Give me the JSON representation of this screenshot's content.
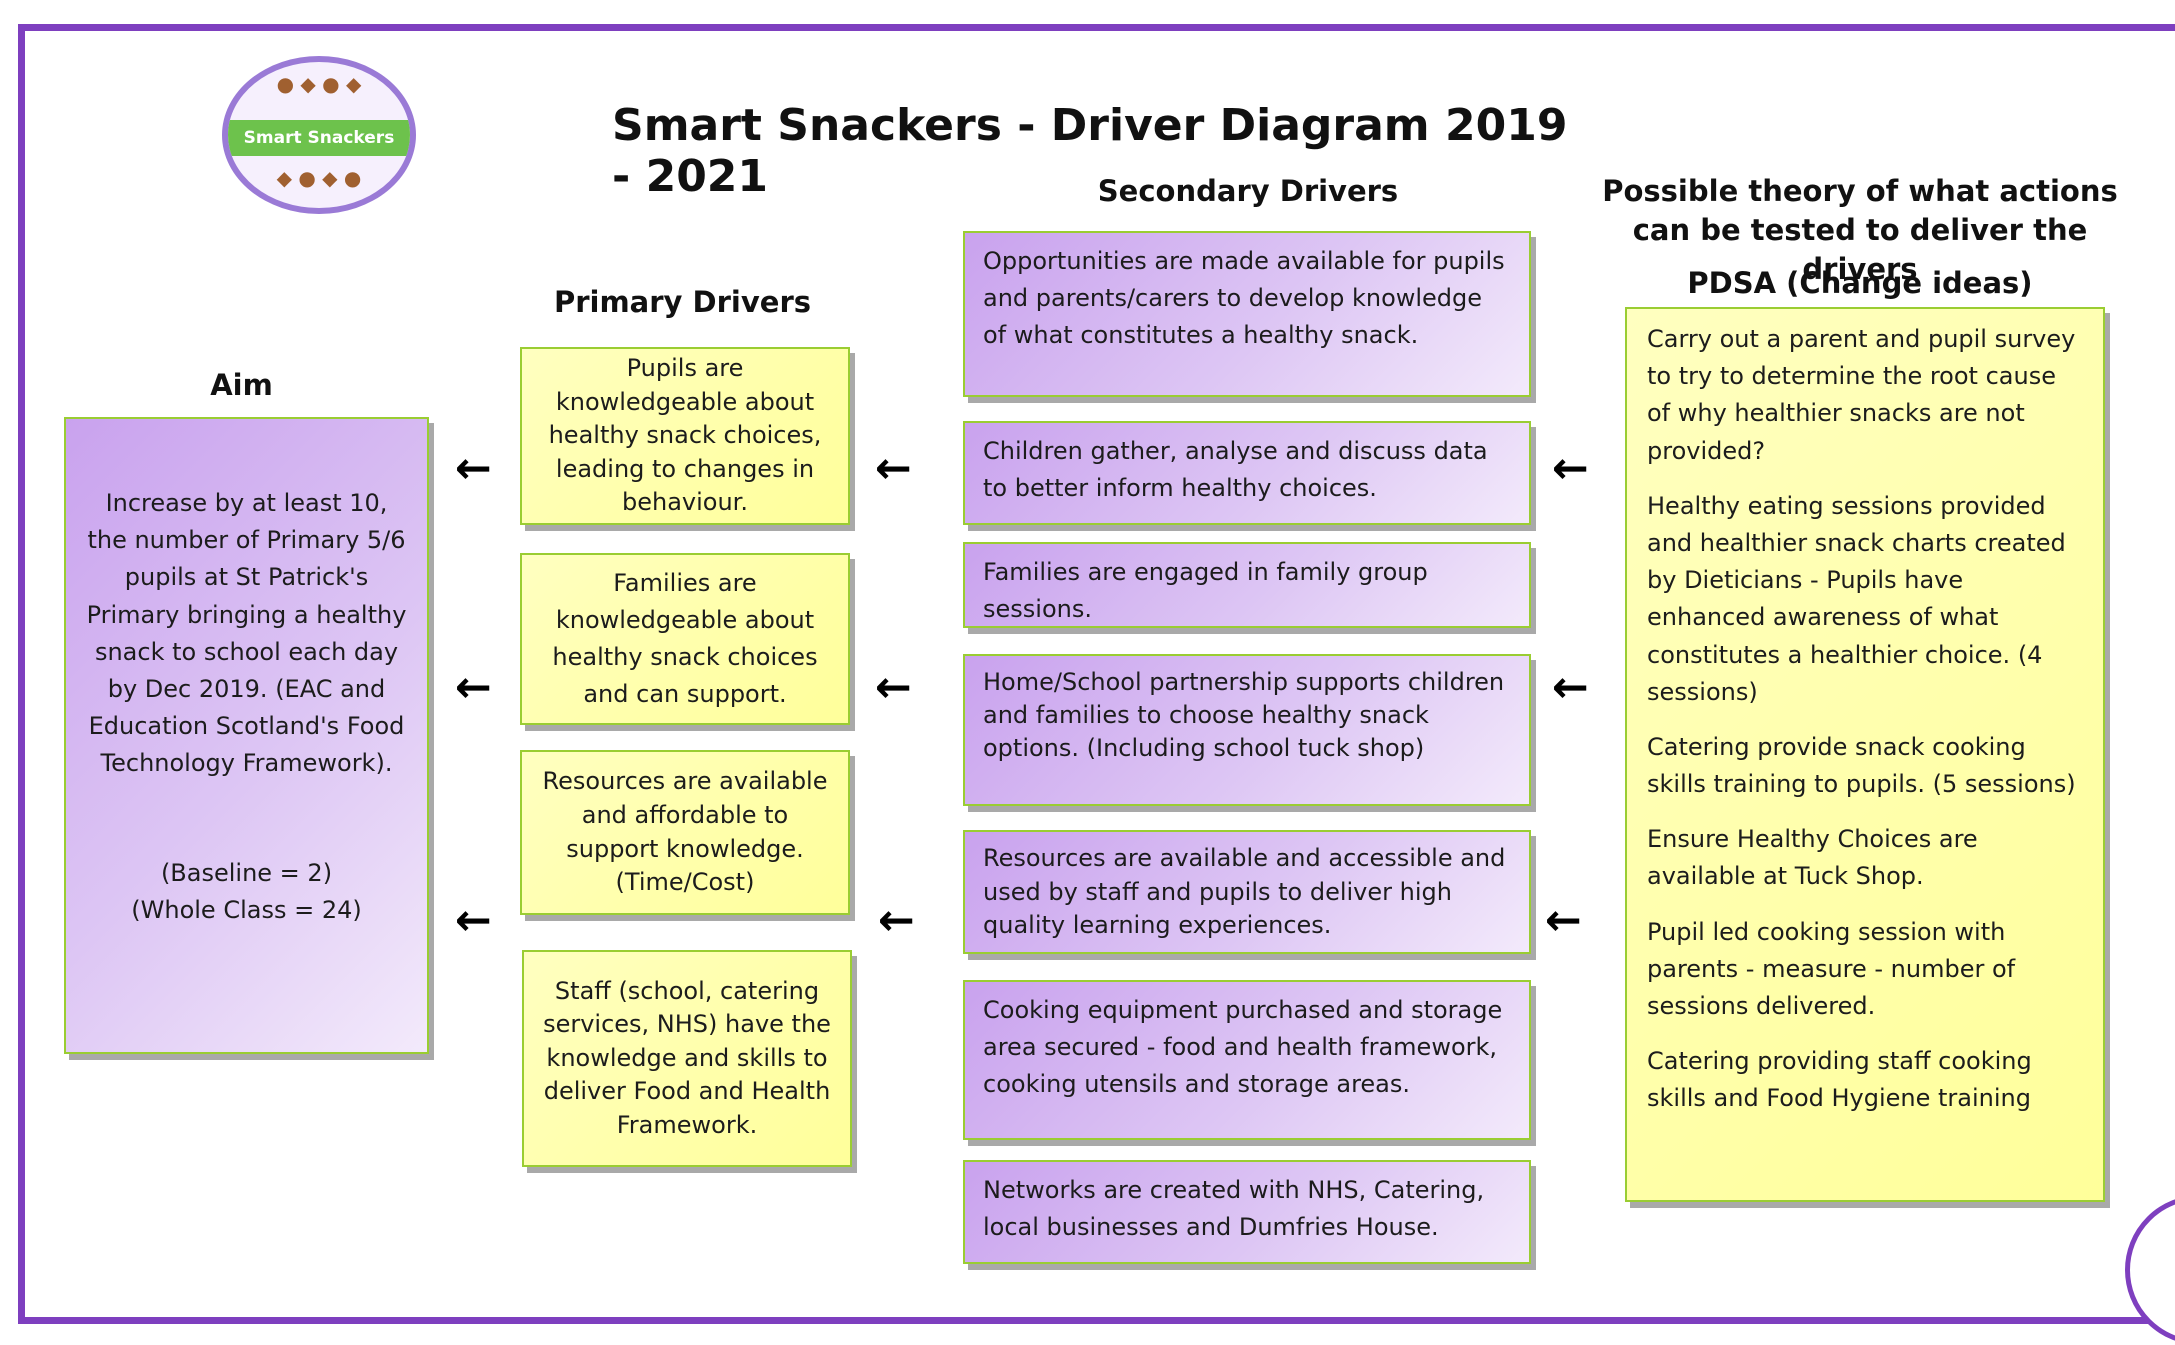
{
  "title": "Smart Snackers - Driver Diagram 2019 - 2021",
  "logo": {
    "text": "Smart Snackers"
  },
  "headings": {
    "aim": "Aim",
    "primary": "Primary Drivers",
    "secondary": "Secondary Drivers",
    "theory": "Possible theory of what actions can be tested to deliver the drivers",
    "pdsa": "PDSA (Change ideas)"
  },
  "aim": {
    "text": "Increase by at least 10, the number of Primary 5/6 pupils at St Patrick's Primary bringing a healthy snack to school each day by Dec 2019. (EAC and Education Scotland's Food Technology Framework).",
    "baseline": "(Baseline = 2)",
    "whole_class": "(Whole Class = 24)"
  },
  "primary_drivers": [
    "Pupils are knowledgeable about healthy snack choices, leading to changes in behaviour.",
    "Families are knowledgeable about healthy snack choices and can support.",
    "Resources are available and affordable to support knowledge. (Time/Cost)",
    "Staff (school, catering services, NHS) have the knowledge and skills to deliver Food and Health Framework."
  ],
  "secondary_drivers": [
    "Opportunities are made available for pupils and parents/carers to develop knowledge of what constitutes a healthy snack.",
    "Children gather, analyse and discuss data to better inform healthy choices.",
    "Families are engaged in family group sessions.",
    "Home/School partnership supports children and families to choose healthy snack options. (Including school tuck shop)",
    "Resources are available and accessible and used by staff and pupils to deliver high quality learning experiences.",
    "Cooking equipment purchased and storage area secured - food and health framework, cooking utensils and storage areas.",
    "Networks are created with NHS, Catering, local businesses and Dumfries House."
  ],
  "change_ideas": [
    "Carry out a parent and pupil survey to try to determine the root cause of why healthier snacks are not provided?",
    "Healthy eating sessions provided and healthier snack charts created by Dieticians - Pupils have enhanced awareness of what constitutes a healthier choice. (4 sessions)",
    "Catering provide snack cooking skills training to pupils. (5 sessions)",
    "Ensure Healthy Choices are available at Tuck Shop.",
    "Pupil led cooking session with parents - measure - number of sessions delivered.",
    "Catering providing staff cooking skills and Food Hygiene  training"
  ],
  "arrow_glyph": "←",
  "colors": {
    "frame": "#7e3fbf",
    "box_purple": "#c9a2ee",
    "box_yellow": "#ffff9a",
    "box_border": "#9acd32"
  }
}
